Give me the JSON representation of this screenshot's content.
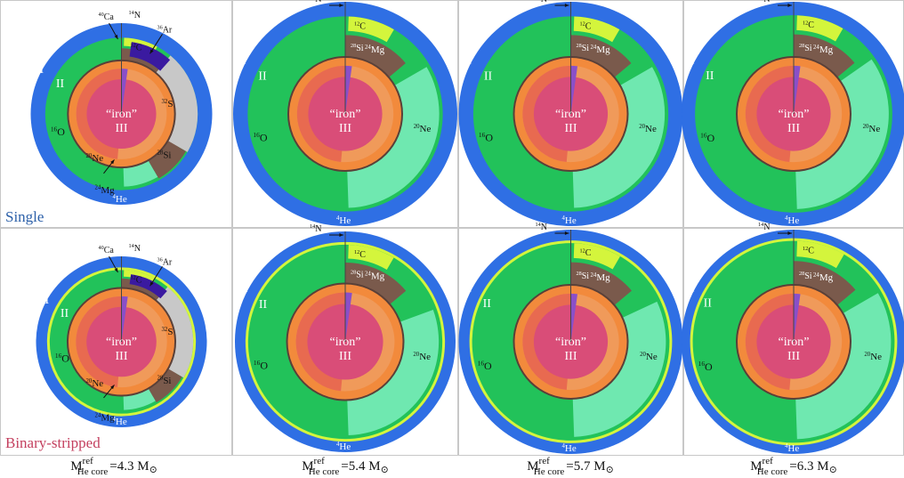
{
  "row_labels": {
    "single": "Single",
    "binary": "Binary-stripped"
  },
  "captions": [
    {
      "main": "M",
      "sup": "ref",
      "sub": "He core",
      "value": "=4.3 M",
      "sun": "⊙"
    },
    {
      "main": "M",
      "sup": "ref",
      "sub": "He core",
      "value": "=5.4 M",
      "sun": "⊙"
    },
    {
      "main": "M",
      "sup": "ref",
      "sub": "He core",
      "value": "=5.7 M",
      "sun": "⊙"
    },
    {
      "main": "M",
      "sup": "ref",
      "sub": "He core",
      "value": "=6.3 M",
      "sun": "⊙"
    }
  ],
  "zones": {
    "I": "I",
    "II": "II",
    "III": "III",
    "iron": "“iron”"
  },
  "isotopes": {
    "He4": {
      "mass": "4",
      "el": "He"
    },
    "O16": {
      "mass": "16",
      "el": "O"
    },
    "Ne20": {
      "mass": "20",
      "el": "Ne"
    },
    "Mg24": {
      "mass": "24",
      "el": "Mg"
    },
    "Si28": {
      "mass": "28",
      "el": "Si"
    },
    "C12": {
      "mass": "12",
      "el": "C"
    },
    "N14": {
      "mass": "14",
      "el": "N"
    },
    "S32": {
      "mass": "32",
      "el": "S"
    },
    "Ar36": {
      "mass": "36",
      "el": "Ar"
    },
    "Ca40": {
      "mass": "40",
      "el": "Ca"
    }
  },
  "colors": {
    "he4": "#2f6fe4",
    "o16": "#22c25a",
    "ne20": "#6fe8b0",
    "mg24": "#7a5a4c",
    "si28": "#7a5a4c",
    "c12": "#d4f53c",
    "n14": "#2f6fe4",
    "s32": "#c8c8c8",
    "ar36": "#3a1aa0",
    "core_orange": "#f28a3c",
    "core_mid": "#e86a50",
    "iron": "#d94d78",
    "iron_light": "#f09a5a"
  }
}
